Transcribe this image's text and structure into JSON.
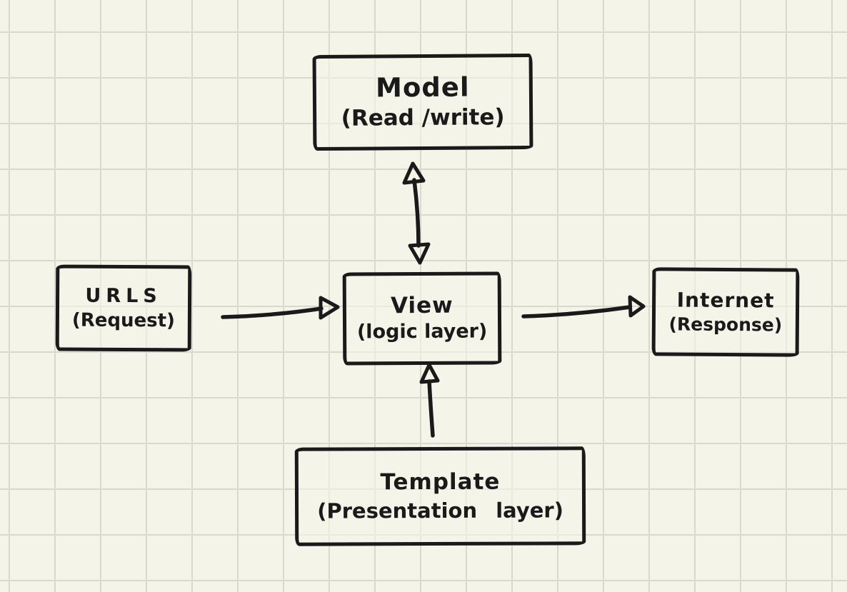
{
  "canvas": {
    "background_color": "#f5f4e9",
    "grid_line_color": "#d9d9d0",
    "ink_color": "#1a1a1a",
    "style": "hand-drawn sketch on squared grid paper"
  },
  "diagram": {
    "nodes": [
      {
        "id": "model",
        "title": "Model",
        "subtitle": "(Read /write)"
      },
      {
        "id": "urls",
        "title": "URLS",
        "subtitle": "(Request)"
      },
      {
        "id": "view",
        "title": "View",
        "subtitle": "(logic layer)"
      },
      {
        "id": "internet",
        "title": "Internet",
        "subtitle": "(Response)"
      },
      {
        "id": "template",
        "title": "Template",
        "subtitle": "(Presentation layer)"
      }
    ],
    "edges": [
      {
        "from": "model",
        "to": "view",
        "direction": "bidirectional",
        "orientation": "vertical"
      },
      {
        "from": "urls",
        "to": "view",
        "direction": "forward",
        "orientation": "horizontal"
      },
      {
        "from": "view",
        "to": "internet",
        "direction": "forward",
        "orientation": "horizontal"
      },
      {
        "from": "template",
        "to": "view",
        "direction": "forward",
        "orientation": "vertical"
      }
    ]
  }
}
